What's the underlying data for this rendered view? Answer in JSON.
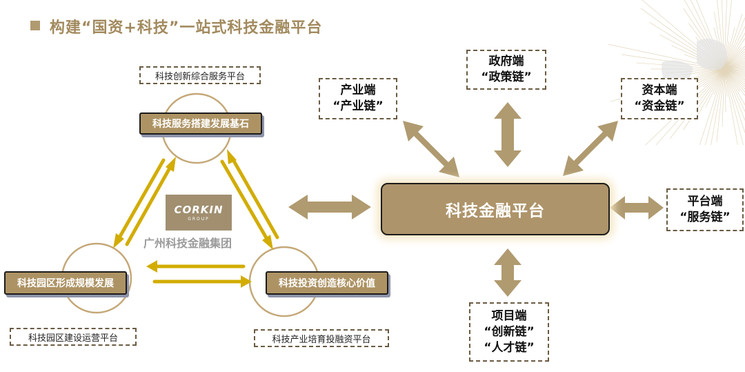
{
  "title": "构建“国资+科技”一站式科技金融平台",
  "hub": {
    "label": "科技金融平台"
  },
  "ends": {
    "government": {
      "name": "政府端",
      "chain": "“政策链”"
    },
    "industry": {
      "name": "产业端",
      "chain": "“产业链”"
    },
    "capital": {
      "name": "资本端",
      "chain": "“资金链”"
    },
    "platform": {
      "name": "平台端",
      "chain": "“服务链”"
    },
    "project": {
      "name": "项目端",
      "chain": "“创新链”",
      "chain2": "“人才链”"
    }
  },
  "cycle": {
    "top": {
      "label": "科技服务搭建发展基石",
      "platform": "科技创新综合服务平台"
    },
    "left": {
      "label": "科技园区形成规模发展",
      "platform": "科技园区建设运营平台"
    },
    "right": {
      "label": "科技投资创造核心价值",
      "platform": "科技产业培育投融资平台"
    }
  },
  "logo": {
    "brand": "CORKIN",
    "group": "GROUP",
    "company": "广州科技金融集团"
  },
  "colors": {
    "gold": "#b09a70",
    "title": "#a28a5e",
    "cycle_arrow": "#d2ac00",
    "hub_glow": "#f6e8c8"
  }
}
